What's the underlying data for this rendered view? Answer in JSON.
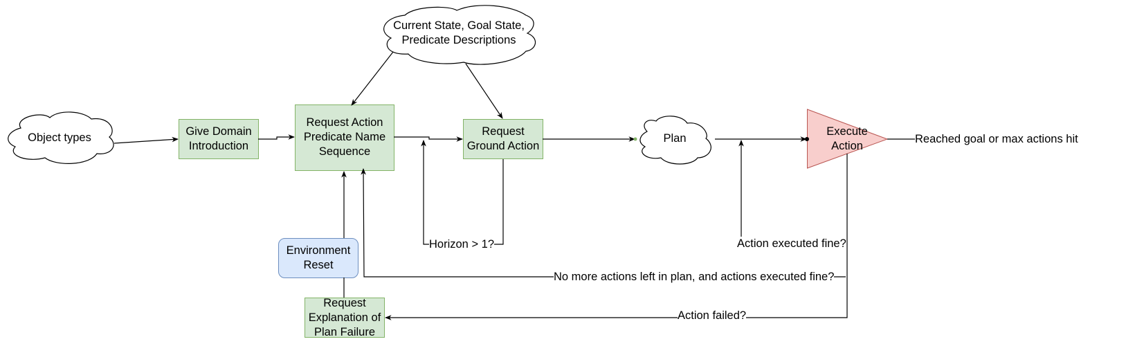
{
  "nodes": {
    "object_types": "Object types",
    "give_domain": [
      "Give Domain",
      "Introduction"
    ],
    "request_action_predicate": [
      "Request Action",
      "Predicate Name",
      "Sequence"
    ],
    "state_cloud": [
      "Current State, Goal State,",
      "Predicate Descriptions"
    ],
    "request_ground_action": [
      "Request",
      "Ground Action"
    ],
    "plan": "Plan",
    "execute_action": [
      "Execute",
      "Action"
    ],
    "environment_reset": [
      "Environment",
      "Reset"
    ],
    "request_explanation": [
      "Request",
      "Explanation of",
      "Plan Failure"
    ]
  },
  "edge_labels": {
    "horizon": "Horizon > 1?",
    "action_executed_fine": "Action executed fine?",
    "no_more_actions": "No more actions left in plan, and actions executed fine?",
    "action_failed": "Action failed?",
    "reached_goal": "Reached goal or max actions hit"
  },
  "colors": {
    "green_fill": "#d5e8d4",
    "green_stroke": "#82b366",
    "blue_fill": "#dae8fc",
    "blue_stroke": "#6c8ebf",
    "red_fill": "#f8cecc",
    "red_stroke": "#b85450"
  }
}
